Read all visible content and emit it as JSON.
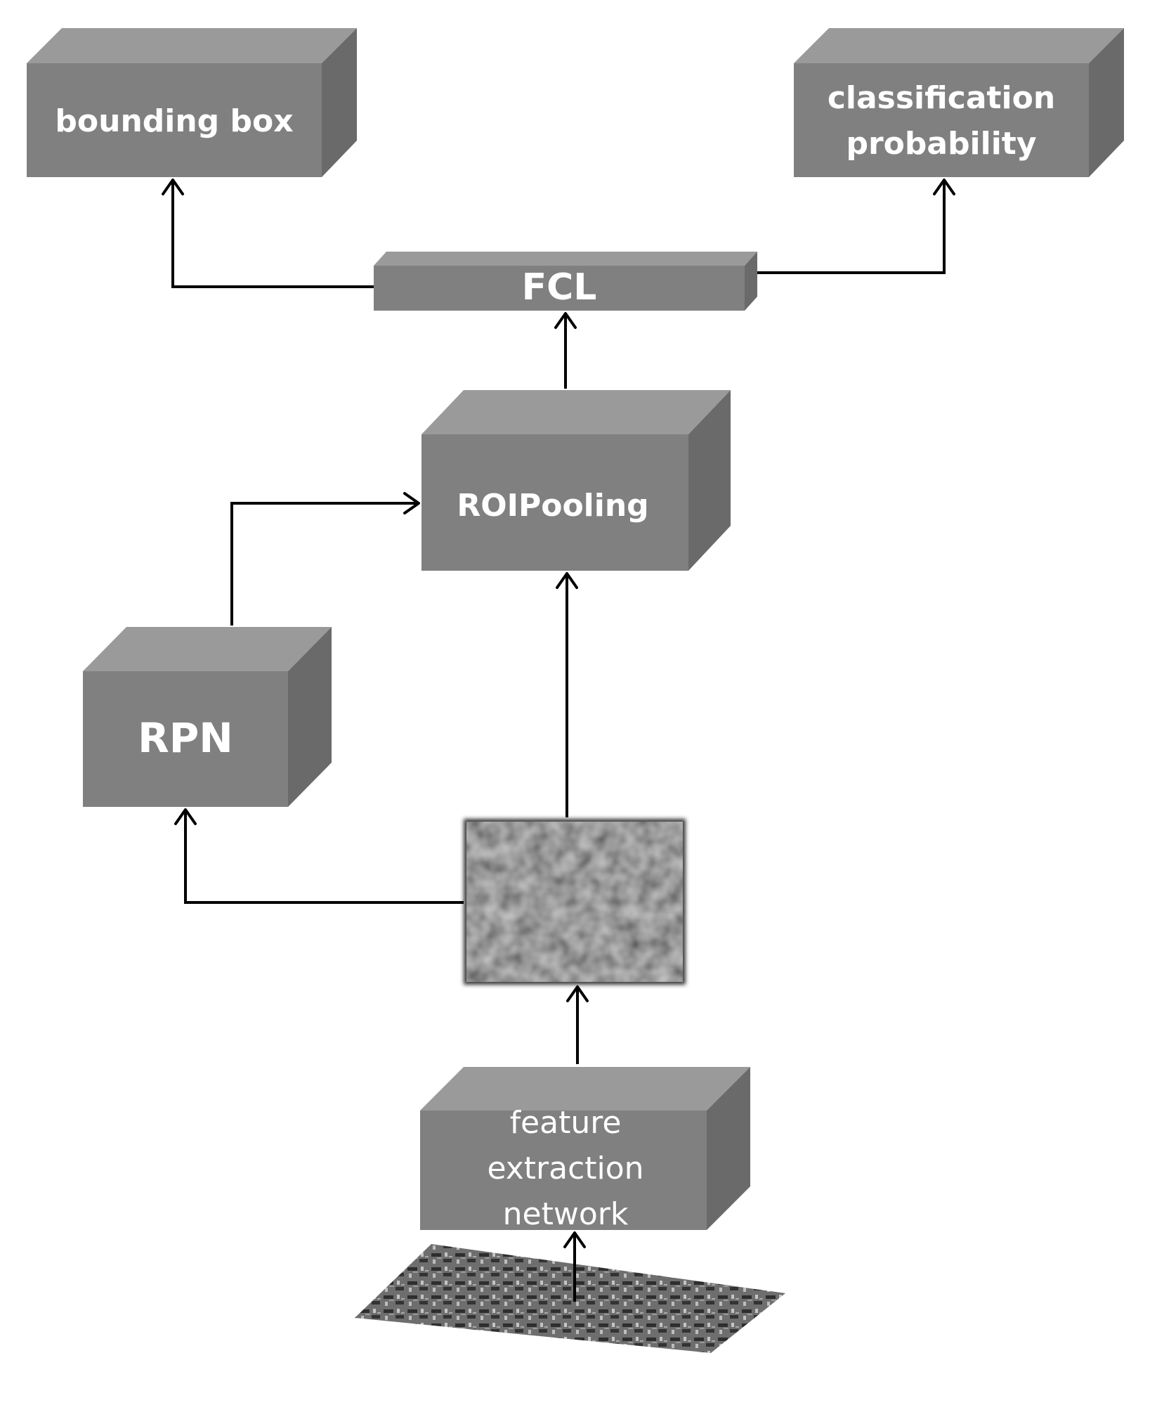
{
  "diagram": {
    "nodes": {
      "bounding_box": {
        "label": "bounding box"
      },
      "classification": {
        "line1": "classification",
        "line2": "probability"
      },
      "fcl": {
        "label": "FCL"
      },
      "roipooling": {
        "label": "ROIPooling"
      },
      "rpn": {
        "label": "RPN"
      },
      "feature_extraction": {
        "line1": "feature",
        "line2": "extraction",
        "line3": "network"
      }
    },
    "colors": {
      "box_front": "#808080",
      "box_top": "#9a9a9a",
      "box_side": "#6a6a6a",
      "feature_map": "#3a3a3a",
      "arrow": "#000000"
    }
  }
}
